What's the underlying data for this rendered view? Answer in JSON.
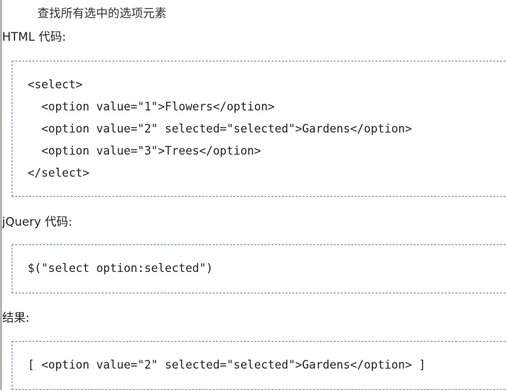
{
  "description": "查找所有选中的选项元素",
  "html_section": {
    "label": "HTML 代码:",
    "code_lines": [
      "<select>",
      "  <option value=\"1\">Flowers</option>",
      "  <option value=\"2\" selected=\"selected\">Gardens</option>",
      "  <option value=\"3\">Trees</option>",
      "</select>"
    ]
  },
  "jquery_section": {
    "label": "jQuery 代码:",
    "code_lines": [
      "$(\"select option:selected\")"
    ]
  },
  "result_section": {
    "label": "结果:",
    "code_lines": [
      "[ <option value=\"2\" selected=\"selected\">Gardens</option> ]"
    ]
  }
}
